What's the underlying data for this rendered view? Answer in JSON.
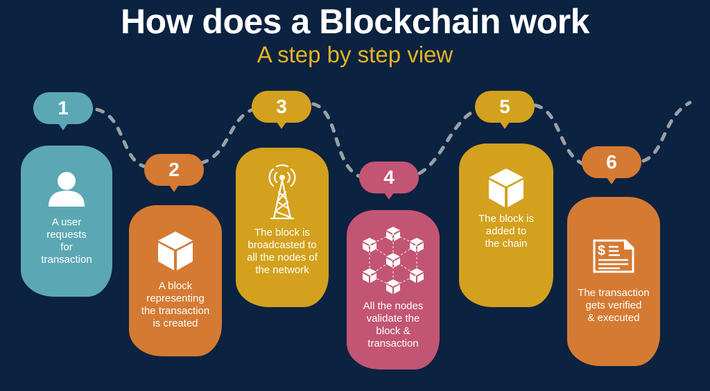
{
  "header": {
    "title": "How does a Blockchain work",
    "subtitle": "A step by step view"
  },
  "colors": {
    "background": "#0b2240",
    "teal": "#5ba8b4",
    "orange": "#d57a33",
    "gold": "#d3a11d",
    "pink": "#c25573",
    "subtitle": "#e5b323",
    "dash": "#9aa0a8"
  },
  "steps": [
    {
      "number": "1",
      "text": "A user\nrequests\nfor\ntransaction",
      "icon": "user-icon",
      "color": "#5ba8b4"
    },
    {
      "number": "2",
      "text": "A block\nrepresenting\nthe transaction\nis created",
      "icon": "cube-icon",
      "color": "#d57a33"
    },
    {
      "number": "3",
      "text": "The block is\nbroadcasted to\nall the nodes of\nthe network",
      "icon": "broadcast-tower-icon",
      "color": "#d3a11d"
    },
    {
      "number": "4",
      "text": "All the nodes\nvalidate the\nblock &\ntransaction",
      "icon": "node-network-icon",
      "color": "#c25573"
    },
    {
      "number": "5",
      "text": "The block is\nadded to\nthe chain",
      "icon": "cube-icon",
      "color": "#d3a11d"
    },
    {
      "number": "6",
      "text": "The transaction\ngets verified\n& executed",
      "icon": "invoice-dollar-icon",
      "color": "#d57a33"
    }
  ]
}
